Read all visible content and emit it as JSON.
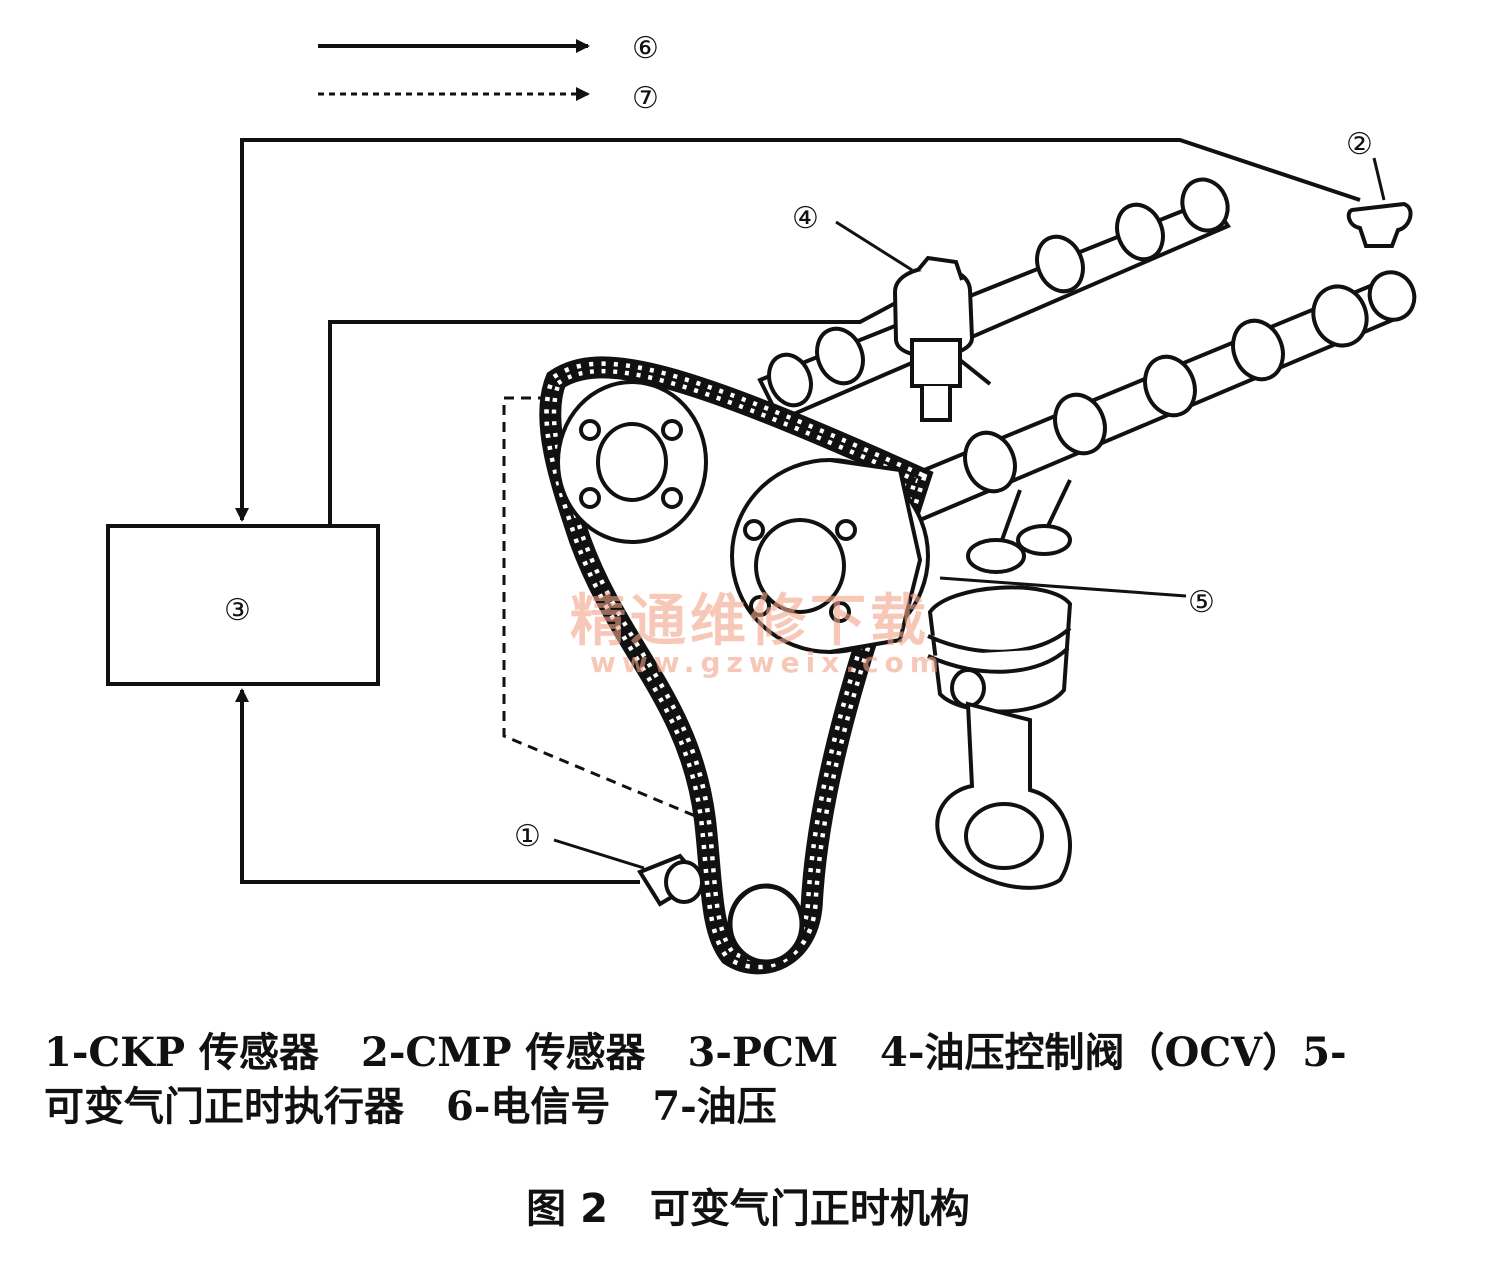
{
  "legend": {
    "solid_label": "⑥",
    "dashed_label": "⑦"
  },
  "callouts": {
    "ckp": "①",
    "cmp": "②",
    "pcm": "③",
    "ocv": "④",
    "actuator": "⑤"
  },
  "watermark": {
    "text": "精通维修下载",
    "url": "www.gzweix.com"
  },
  "caption": {
    "items": [
      "1-CKP 传感器",
      "2-CMP 传感器",
      "3-PCM",
      "4-油压控制阀（OCV）5-",
      "可变气门正时执行器",
      "6-电信号",
      "7-油压"
    ]
  },
  "figure": {
    "number": "图 2",
    "title": "可变气门正时机构"
  },
  "colors": {
    "ink": "#111111",
    "watermark": "#f2a58a",
    "background": "#ffffff"
  }
}
